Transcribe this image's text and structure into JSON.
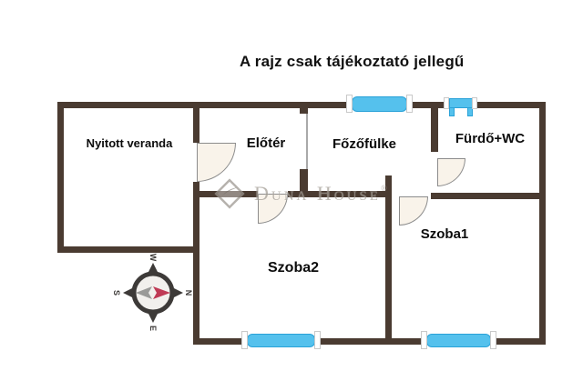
{
  "title": "A rajz csak tájékoztató jellegű",
  "rooms": {
    "veranda": "Nyitott veranda",
    "eloter": "Előtér",
    "fozofulke": "Főzőfülke",
    "furdo": "Fürdő+WC",
    "szoba1": "Szoba1",
    "szoba2": "Szoba2"
  },
  "compass": {
    "north": "N",
    "east": "E",
    "south": "S",
    "west": "W"
  },
  "watermark": {
    "brand": "Duna House",
    "registered": "®"
  },
  "colors": {
    "wall": "#4a3b31",
    "window_fill": "#55c1ed",
    "window_border": "#2aa2d8",
    "door_fill": "#f9f3ea",
    "needle_north": "#bf3a55",
    "needle_south": "#9a9a98",
    "title_text": "#111111",
    "watermark_text": "#a29c94"
  }
}
